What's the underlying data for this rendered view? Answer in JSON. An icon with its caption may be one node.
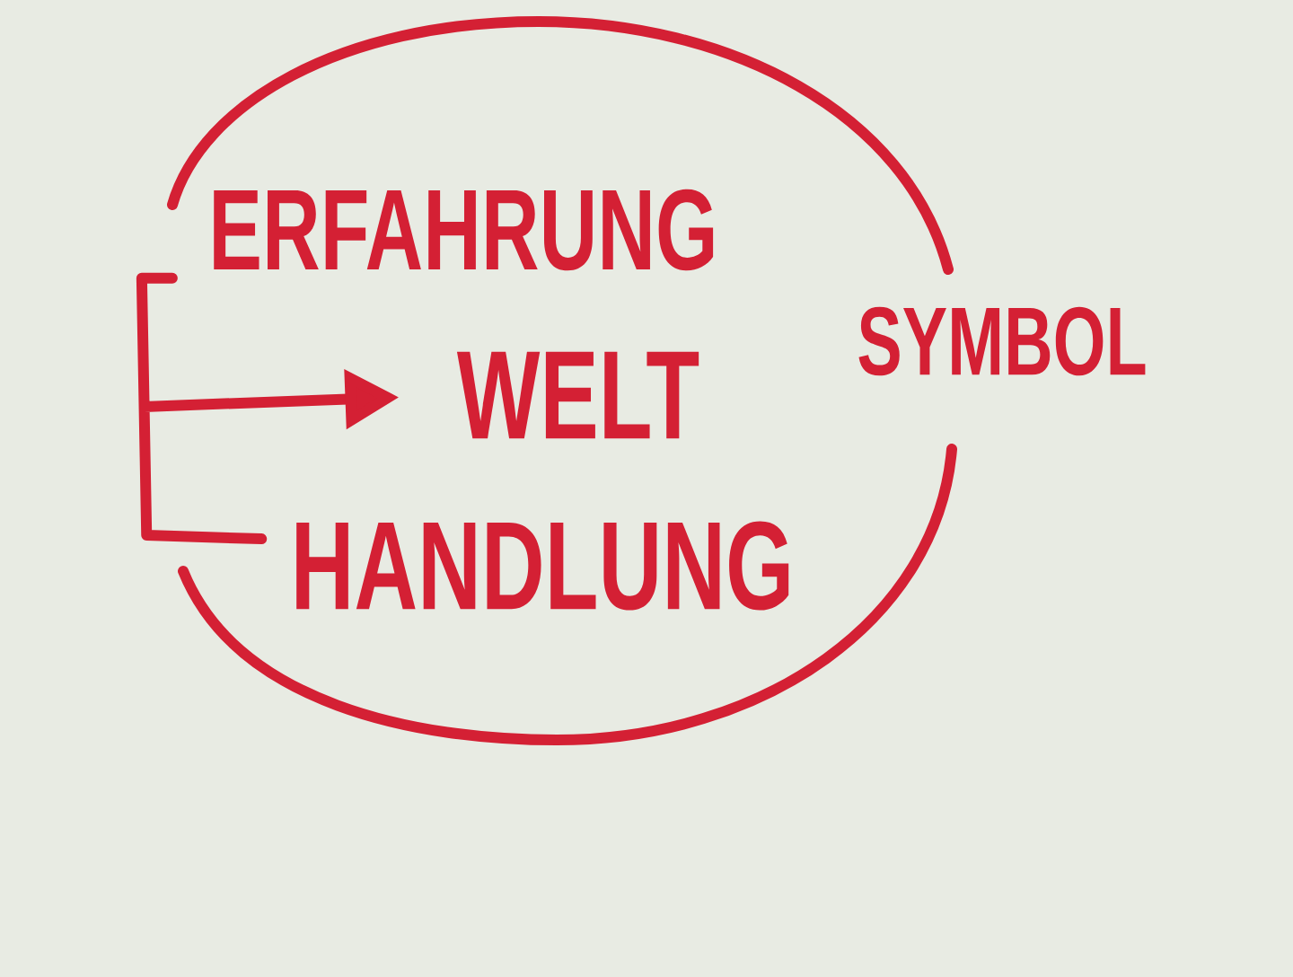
{
  "diagram": {
    "nodes": [
      {
        "text": [],
        "shape": "ellipse"
      },
      {
        "text": [
          "ERFAHRUNG"
        ],
        "in": 0
      },
      {
        "text": [
          "WELT"
        ],
        "in": 0
      },
      {
        "text": [
          "HANDLUNG"
        ],
        "in": 0
      }
    ],
    "edges": [
      {
        "from": 1,
        "to": 2,
        "arrow": "to"
      },
      {
        "from": 3,
        "to": 2,
        "arrow": "to"
      }
    ],
    "labels": [
      "SYMBOL"
    ]
  }
}
